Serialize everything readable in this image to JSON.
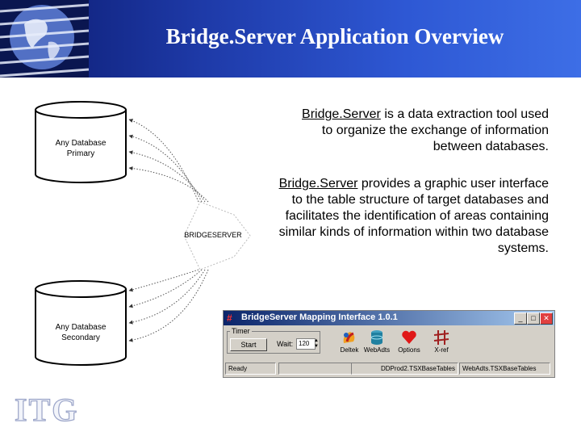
{
  "slide": {
    "title": "Bridge.Server Application Overview"
  },
  "diagram": {
    "db_primary_line1": "Any Database",
    "db_primary_line2": "Primary",
    "db_secondary_line1": "Any Database",
    "db_secondary_line2": "Secondary",
    "server_label": "BRIDGESERVER"
  },
  "text": {
    "p1_product": "Bridge.Server",
    "p1_rest": " is a data extraction tool used to organize the exchange of information between databases.",
    "p2_product": "Bridge.Server",
    "p2_rest": " provides a graphic user interface to the table structure of target databases and facilitates the identification of areas containing similar kinds of information within two database systems."
  },
  "app_window": {
    "title": "BridgeServer Mapping Interface 1.0.1",
    "timer_label": "Timer",
    "start_button": "Start",
    "wait_label": "Wait:",
    "wait_value": "120",
    "tools": [
      {
        "label": "Deltek",
        "icon": "deltek-icon"
      },
      {
        "label": "WebAdts",
        "icon": "database-icon"
      },
      {
        "label": "Options",
        "icon": "heart-icon"
      },
      {
        "label": "X-ref",
        "icon": "xref-icon"
      }
    ],
    "status": [
      "Ready",
      "",
      "DDProd2.TSXBaseTables",
      "WebAdts.TSXBaseTables"
    ]
  },
  "logo": {
    "text": "ITG"
  },
  "colors": {
    "header_dark": "#0b1a6e",
    "header_light": "#3d6ee6",
    "titlebar": "#0a246a"
  }
}
